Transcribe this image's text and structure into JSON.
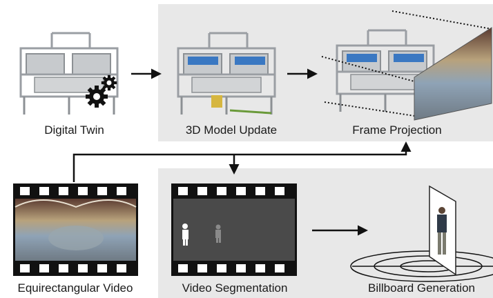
{
  "stages": {
    "digital_twin": "Digital Twin",
    "model_update": "3D Model Update",
    "frame_projection": "Frame Projection",
    "equirect_video": "Equirectangular Video",
    "video_segmentation": "Video Segmentation",
    "billboard_generation": "Billboard Generation"
  },
  "colors": {
    "panel": "#e8e8e8",
    "arrow": "#111111",
    "machine_frame": "#b9bcc0",
    "machine_blue": "#3a78c2",
    "gear": "#111111",
    "film": "#111111",
    "segmentation_bg": "#4a4a4a"
  }
}
